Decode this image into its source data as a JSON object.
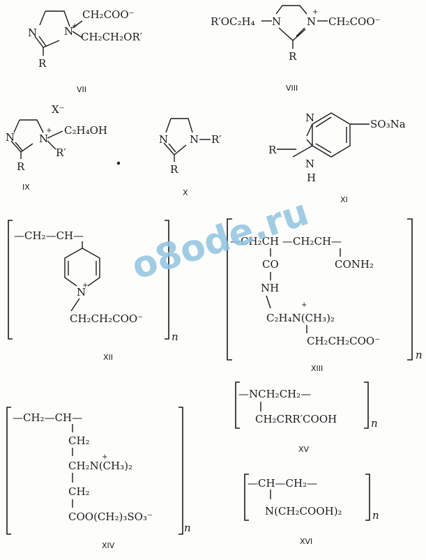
{
  "compounds": {
    "VII": {
      "label": "VII",
      "ch2coo": "CH₂COO⁻",
      "ch2ch2or": "CH₂CH₂OR′",
      "r": "R",
      "n_ring": "N",
      "n_plus": "N",
      "charge": "+"
    },
    "VIII": {
      "label": "VIII",
      "rococ2h4": "R′OC₂H₄",
      "n1": "N",
      "n2": "N",
      "ch2coo": "CH₂COO⁻",
      "r": "R",
      "charge": "+"
    },
    "IX": {
      "label": "IX",
      "x": "X⁻",
      "c2h4oh": "C₂H₄OH",
      "rp": "R′",
      "r": "R",
      "n_ring": "N",
      "n_plus": "N",
      "charge": "+"
    },
    "X": {
      "label": "X",
      "rp": "R′",
      "r": "R",
      "n_ring": "N",
      "n1": "N"
    },
    "XI": {
      "label": "XI",
      "so3na": "SO₃Na",
      "r": "R",
      "n_top": "N",
      "nh_n": "N",
      "nh_h": "H"
    },
    "XII": {
      "label": "XII",
      "backbone": "—CH₂—CH—",
      "n": "N",
      "charge": "+",
      "side": "CH₂CH₂COO⁻",
      "sub": "n"
    },
    "XIII": {
      "label": "XIII",
      "backbone": "—CH₂CH —CH₂CH—",
      "co": "CO",
      "conh2": "CONH₂",
      "nh": "NH",
      "c2h4n": "C₂H₄N(CH₃)₂",
      "charge": "+",
      "side": "CH₂CH₂COO⁻",
      "sub": "n"
    },
    "XIV": {
      "label": "XIV",
      "backbone": "—CH₂—CH—",
      "ch2a": "CH₂",
      "ch2n": "CH₂N(CH₃)₂",
      "charge": "+",
      "ch2b": "CH₂",
      "ester": "COO(CH₂)₃SO₃⁻",
      "sub": "n"
    },
    "XV": {
      "label": "XV",
      "backbone": "—NCH₂CH₂—",
      "side": "CH₂CRR′COOH",
      "sub": "n"
    },
    "XVI": {
      "label": "XVI",
      "backbone": "—CH—CH₂—",
      "side": "N(CH₂COOH)₂",
      "sub": "n"
    }
  },
  "watermark": "o8ode.ru"
}
